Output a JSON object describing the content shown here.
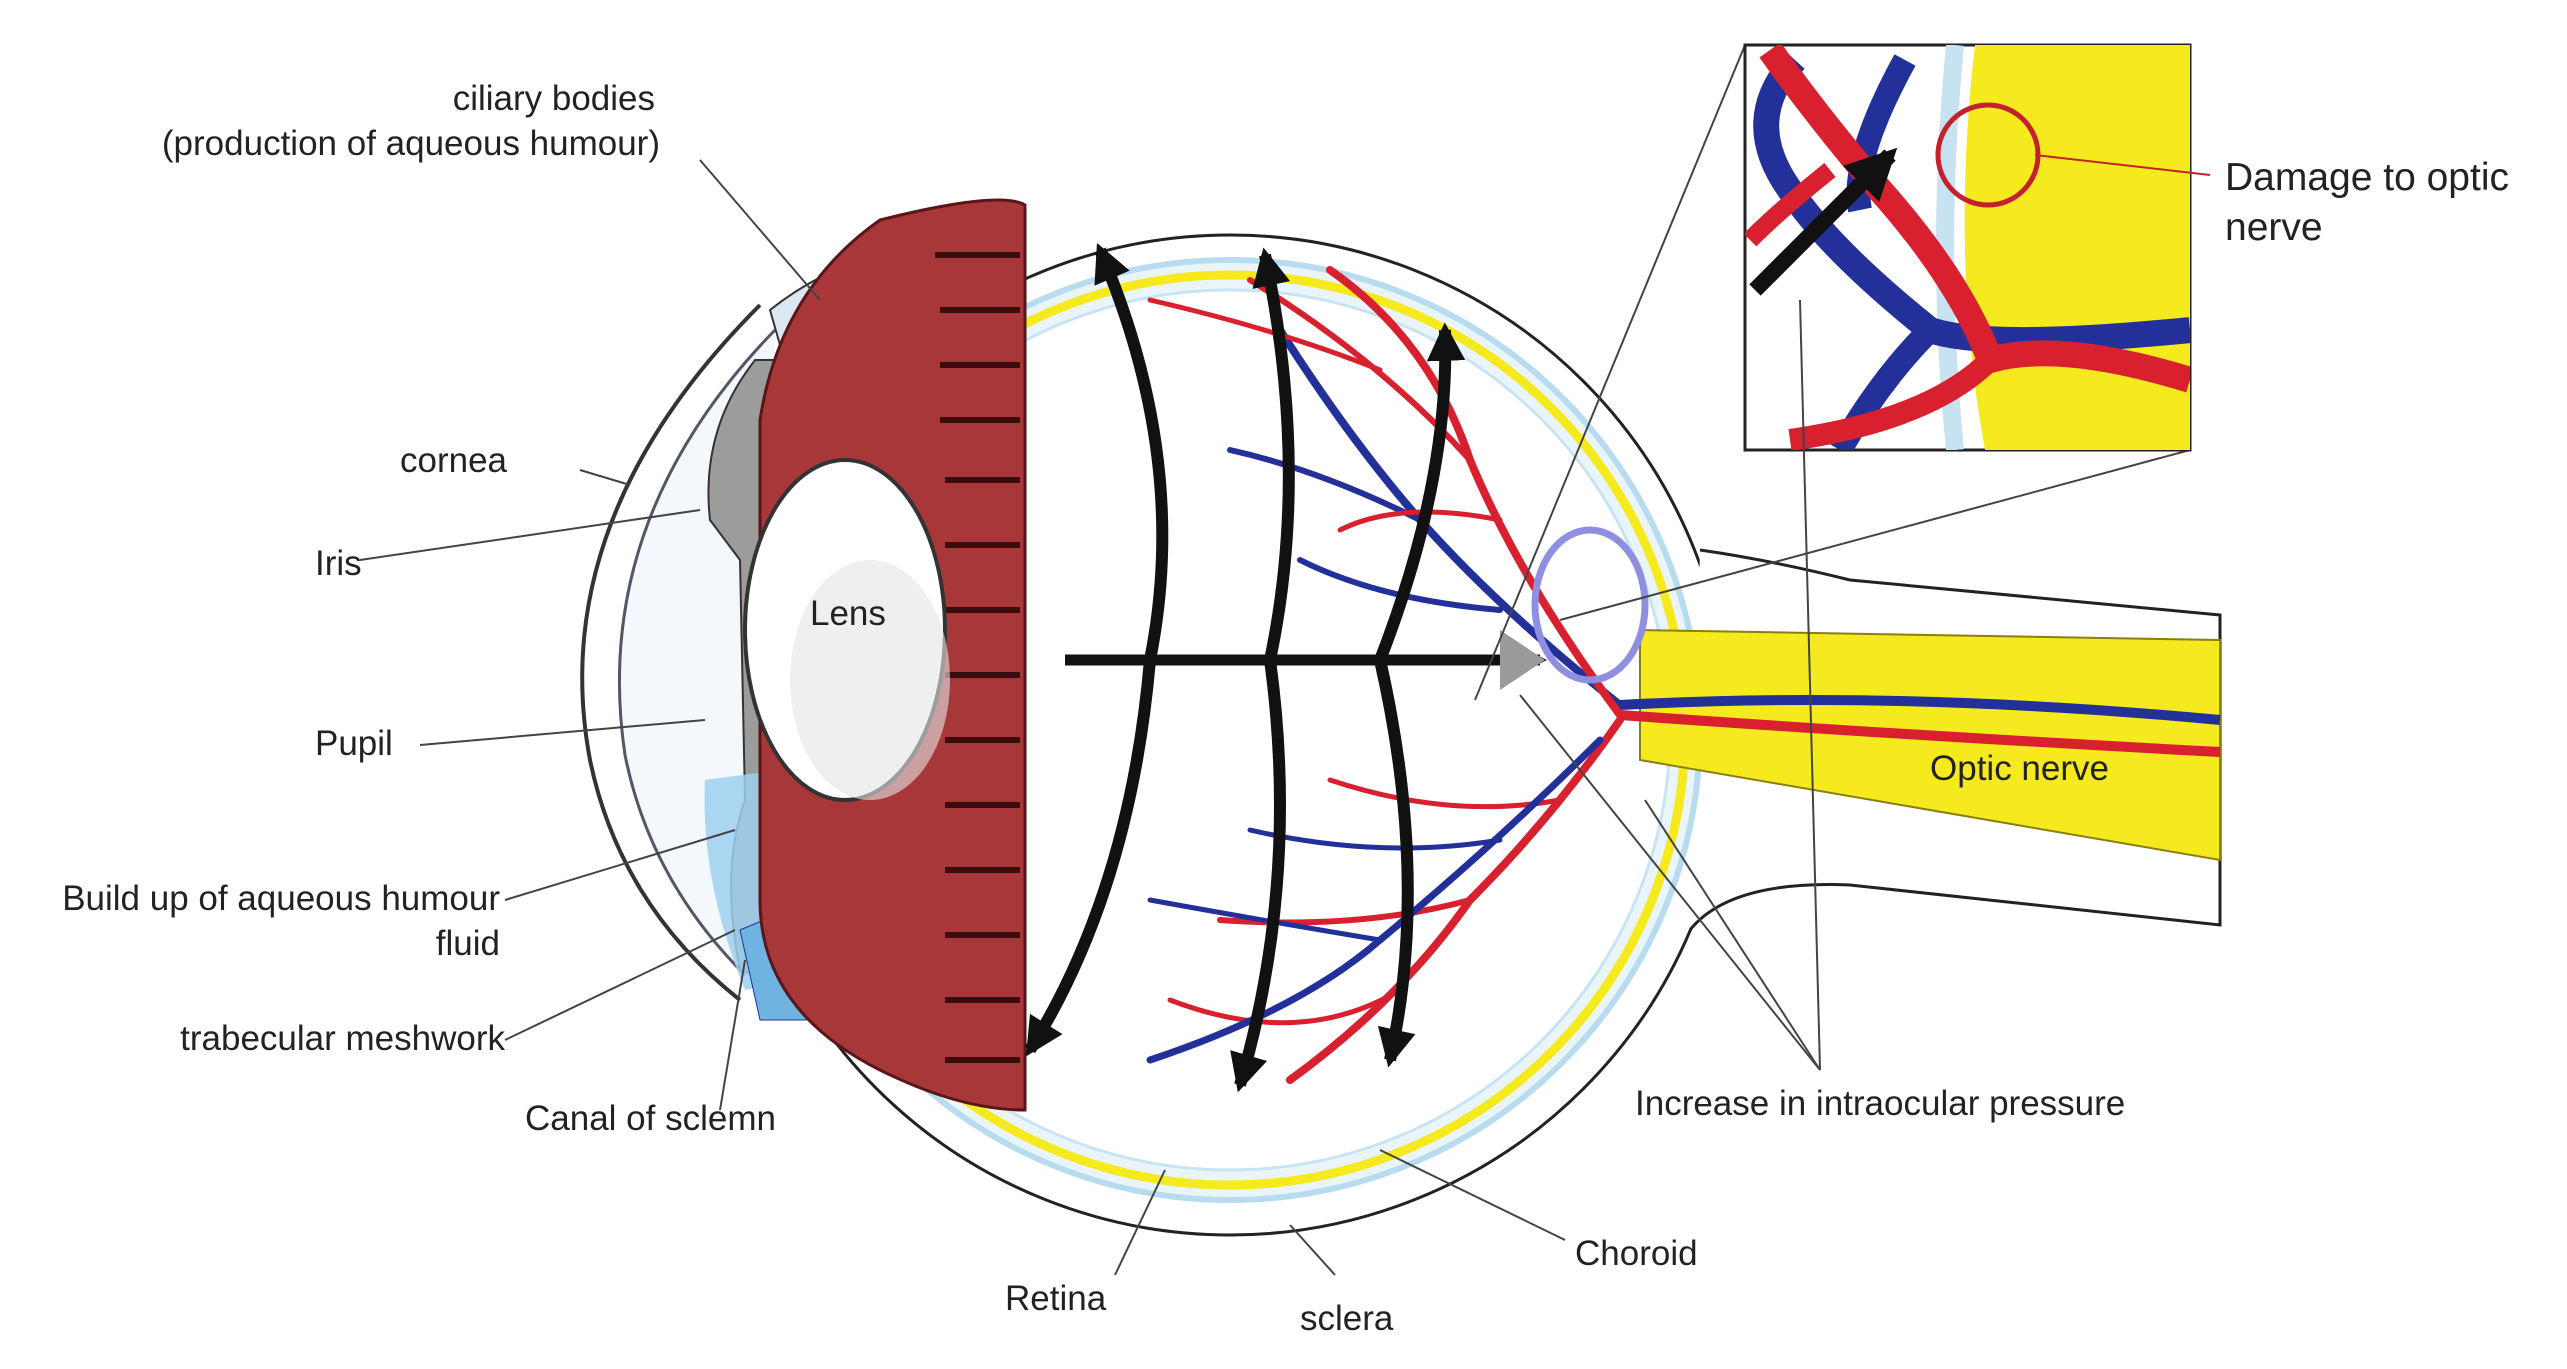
{
  "labels": {
    "ciliary_line1": "ciliary bodies",
    "ciliary_line2": "(production of aqueous humour)",
    "cornea": "cornea",
    "iris": "Iris",
    "pupil": "Pupil",
    "aqueous_line1": "Build up of aqueous humour",
    "aqueous_line2": "fluid",
    "trabecular": "trabecular meshwork",
    "canal": "Canal of sclemn",
    "lens": "Lens",
    "retina": "Retina",
    "sclera": "sclera",
    "choroid": "Choroid",
    "pressure": "Increase in intraocular pressure",
    "optic_nerve": "Optic nerve",
    "damage_line1": "Damage to optic",
    "damage_line2": "nerve"
  },
  "colors": {
    "retina_yellow": "#f5ea1e",
    "muscle_red": "#a8373a",
    "artery_red": "#d8202e",
    "vein_blue": "#23309a",
    "aqueous_blue": "#9fd0ef",
    "pressure_arrow": "#111111",
    "highlight_circle": "#c4202e"
  }
}
